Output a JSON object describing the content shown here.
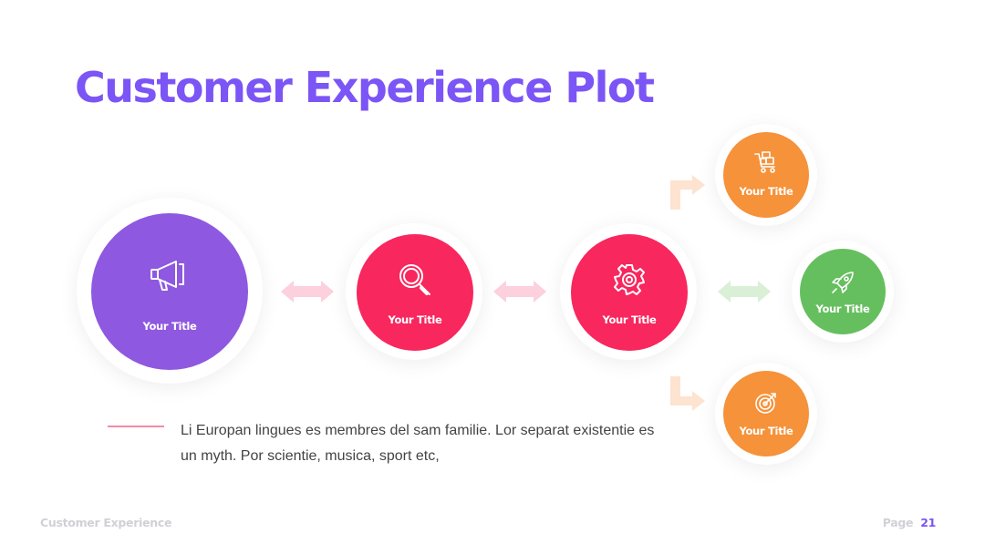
{
  "title": "Customer Experience Plot",
  "nodes": [
    {
      "label": "Your Title",
      "icon": "megaphone-icon",
      "color": "#8e58e0"
    },
    {
      "label": "Your Title",
      "icon": "search-icon",
      "color": "#f8275e"
    },
    {
      "label": "Your Title",
      "icon": "gear-icon",
      "color": "#f8275e"
    },
    {
      "label": "Your Title",
      "icon": "shopping-cart-icon",
      "color": "#f5923a"
    },
    {
      "label": "Your Title",
      "icon": "rocket-icon",
      "color": "#66bf5f"
    },
    {
      "label": "Your Title",
      "icon": "target-icon",
      "color": "#f5923a"
    }
  ],
  "description": "Li Europan lingues es membres del sam familie. Lor separat existentie es un myth. Por scientie, musica, sport etc,",
  "footer": {
    "left": "Customer Experience",
    "page_label": "Page",
    "page_number": "21"
  }
}
